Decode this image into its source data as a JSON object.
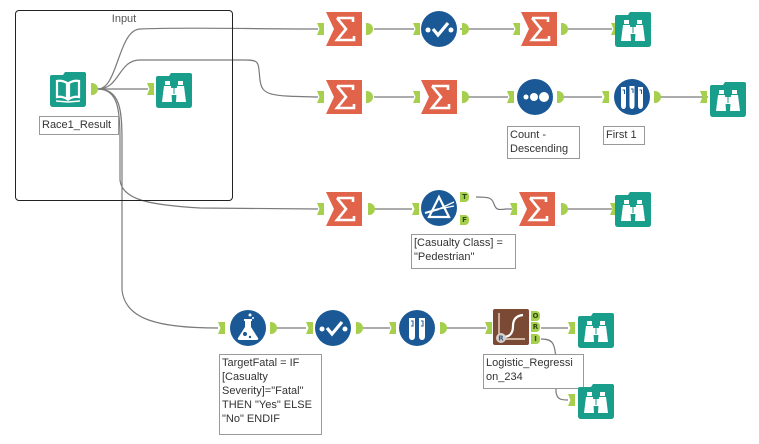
{
  "canvas": {
    "container": {
      "title": "Input"
    },
    "colors": {
      "input_teal": "#1a9e8c",
      "summarize_orange": "#e0634a",
      "prep_blue": "#1a5996",
      "r_brown": "#7a4a35",
      "anchor_green": "#a6cf4e",
      "wire": "#777777"
    },
    "tools": [
      {
        "id": "input",
        "type": "input-data",
        "icon": "book-icon",
        "label": "Race1_Result"
      },
      {
        "id": "browse0",
        "type": "browse",
        "icon": "binoculars-icon"
      },
      {
        "id": "sum_r1a",
        "type": "summarize",
        "icon": "sigma-icon"
      },
      {
        "id": "select_r1",
        "type": "select",
        "icon": "checkmark-icon"
      },
      {
        "id": "sum_r1b",
        "type": "summarize",
        "icon": "sigma-icon"
      },
      {
        "id": "browse_r1",
        "type": "browse",
        "icon": "binoculars-icon"
      },
      {
        "id": "sum_r2a",
        "type": "summarize",
        "icon": "sigma-icon"
      },
      {
        "id": "sum_r2b",
        "type": "summarize",
        "icon": "sigma-icon"
      },
      {
        "id": "sort_r2",
        "type": "sort",
        "icon": "dots-icon",
        "label": "Count -\nDescending"
      },
      {
        "id": "sample_r2",
        "type": "sample",
        "icon": "test-tubes-icon",
        "label": "First 1"
      },
      {
        "id": "browse_r2",
        "type": "browse",
        "icon": "binoculars-icon"
      },
      {
        "id": "sum_r3a",
        "type": "summarize",
        "icon": "sigma-icon"
      },
      {
        "id": "filter_r3",
        "type": "filter",
        "icon": "prism-icon",
        "label": "[Casualty Class] =\n\"Pedestrian\"",
        "anchors": [
          "T",
          "F"
        ]
      },
      {
        "id": "sum_r3b",
        "type": "summarize",
        "icon": "sigma-icon"
      },
      {
        "id": "browse_r3",
        "type": "browse",
        "icon": "binoculars-icon"
      },
      {
        "id": "formula_r4",
        "type": "formula",
        "icon": "flask-icon",
        "label": "TargetFatal = IF\n[Casualty\nSeverity]=\"Fatal\"\nTHEN \"Yes\" ELSE\n\"No\" ENDIF"
      },
      {
        "id": "select_r4",
        "type": "select",
        "icon": "checkmark-icon"
      },
      {
        "id": "sample_r4",
        "type": "create-samples",
        "icon": "test-tubes-icon"
      },
      {
        "id": "logreg_r4",
        "type": "logistic-regression",
        "icon": "logistic-curve-icon",
        "label": "Logistic_Regressi\non_234",
        "anchors": [
          "O",
          "R",
          "I"
        ]
      },
      {
        "id": "browse_r4a",
        "type": "browse",
        "icon": "binoculars-icon"
      },
      {
        "id": "browse_r4b",
        "type": "browse",
        "icon": "binoculars-icon"
      }
    ]
  }
}
